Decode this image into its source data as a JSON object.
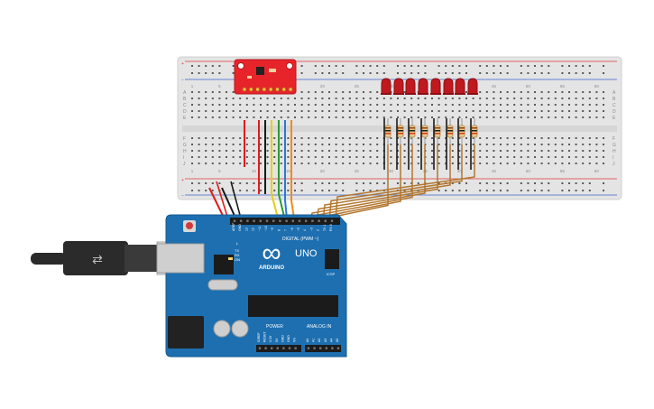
{
  "colors": {
    "background": "#ffffff",
    "breadboard": "#e4e4e4",
    "breadboard_edge": "#cfcfcf",
    "hole": "#5a5a5a",
    "rail_red": "#e23b3b",
    "rail_blue": "#3a64c8",
    "arduino": "#1d6fb0",
    "arduino_dark": "#15588e",
    "sensor": "#e8242b",
    "led": "#c0191f",
    "wire_red": "#e01b1b",
    "wire_black": "#1a1a1a",
    "wire_yellow": "#e6cf14",
    "wire_green": "#2f9a2f",
    "wire_blue": "#2c78d6",
    "wire_orange": "#f08a1a",
    "wire_brown": "#b2762e"
  },
  "breadboard": {
    "row_letters_top": [
      "A",
      "B",
      "C",
      "D",
      "E"
    ],
    "row_letters_bottom": [
      "F",
      "G",
      "H",
      "I",
      "J"
    ],
    "column_numbers": [
      "1",
      "5",
      "10",
      "15",
      "20",
      "25",
      "30",
      "35",
      "40",
      "45",
      "50",
      "55",
      "60"
    ],
    "rail_plus": "+",
    "rail_minus": "−"
  },
  "leds": {
    "count": 8
  },
  "resistors": {
    "count": 8
  },
  "arduino": {
    "logo_symbol": "∞",
    "brand": "ARDUINO",
    "model": "UNO",
    "digital_header_label": "DIGITAL (PWM ~)",
    "power_label": "POWER",
    "analog_label": "ANALOG IN",
    "on_label": "ON",
    "tx_label": "TX",
    "rx_label": "RX",
    "l_label": "L",
    "icsp_label": "ICSP",
    "digital_pins": [
      "AREF",
      "GND",
      "13",
      "12",
      "~11",
      "~10",
      "~9",
      "8",
      "7",
      "~6",
      "~5",
      "4",
      "~3",
      "2",
      "TX 1",
      "RX 0"
    ],
    "power_pins": [
      "IOREF",
      "RESET",
      "3.3V",
      "5V",
      "GND",
      "GND",
      "Vin"
    ],
    "analog_pins": [
      "A0",
      "A1",
      "A2",
      "A3",
      "A4",
      "A5"
    ]
  },
  "sensor_module": {
    "pin_count": 8
  }
}
